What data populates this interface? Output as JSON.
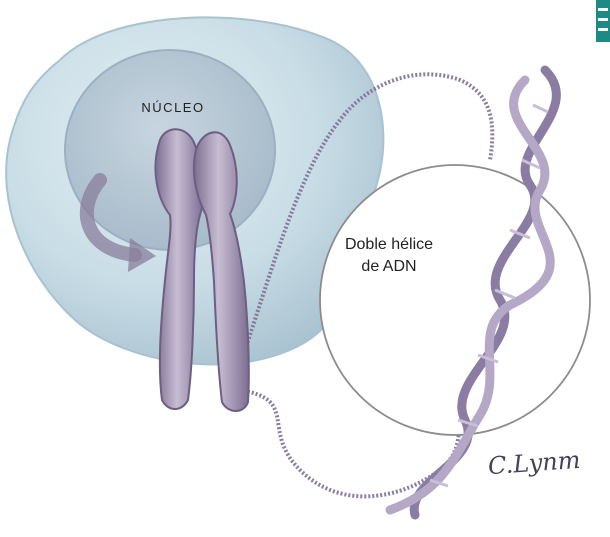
{
  "labels": {
    "nucleus": "NÚCLEO",
    "dna_line1": "Doble hélice",
    "dna_line2": "de ADN",
    "signature": "C.Lynm"
  },
  "colors": {
    "cell_fill": "#c9dde6",
    "cell_edge": "#a9c2cf",
    "nucleus_fill": "#b3c6d3",
    "chromosome": "#a89bb6",
    "chromosome_dark": "#6e5f82",
    "dna_strand": "#8b7ca3",
    "corner_tab": "#1d8a86"
  }
}
